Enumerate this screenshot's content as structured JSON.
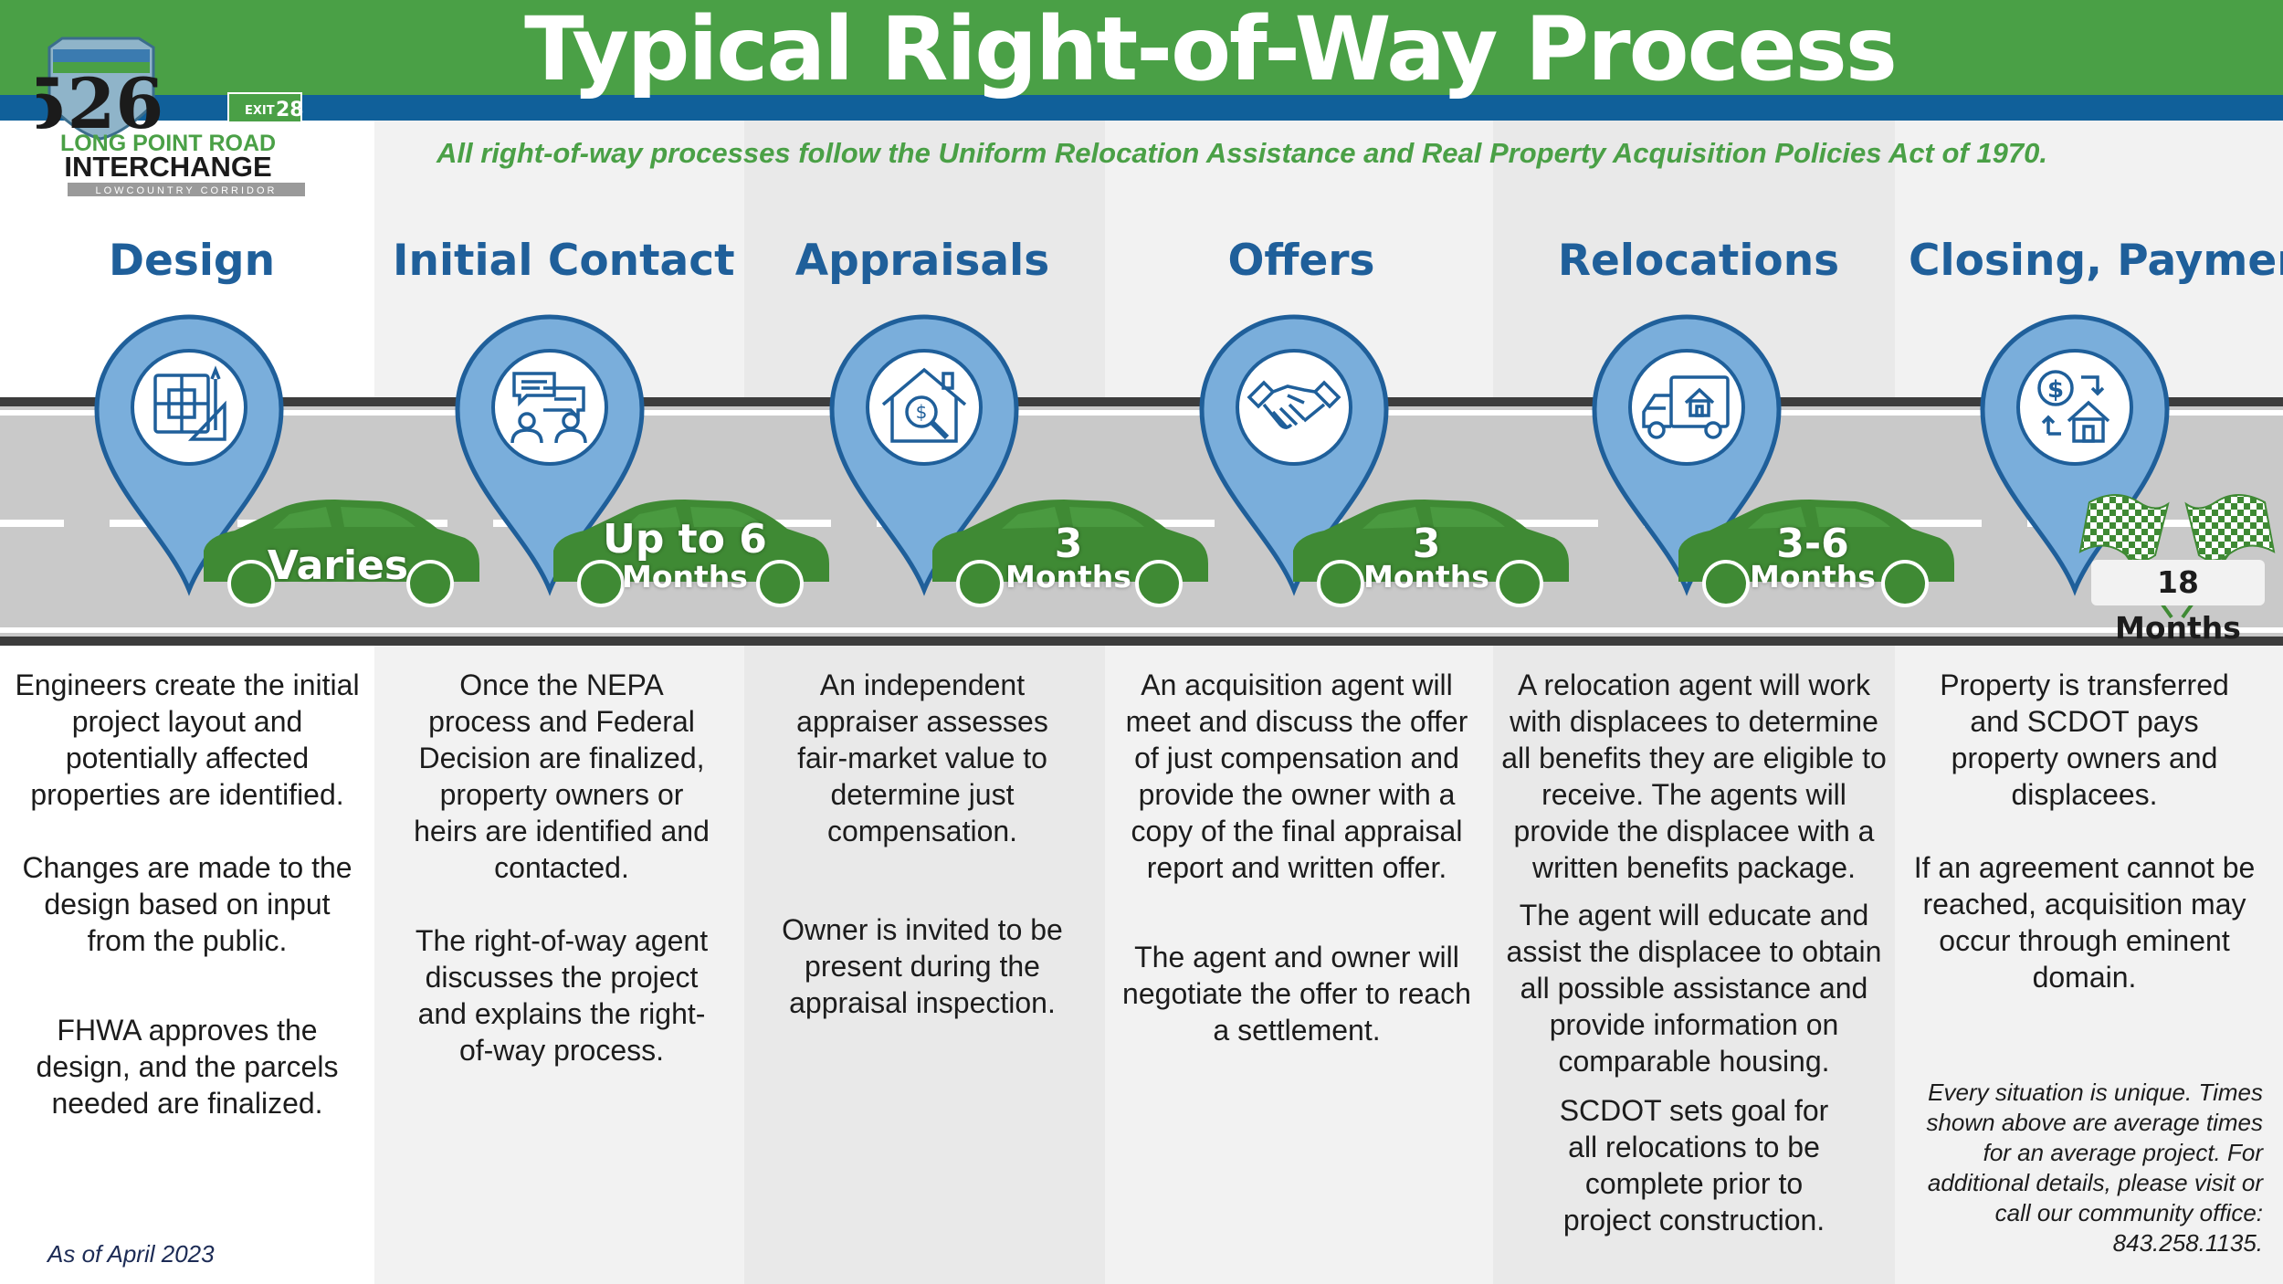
{
  "header": {
    "title": "Typical Right-of-Way Process",
    "subtitle": "All right-of-way processes follow the Uniform Relocation Assistance and Real Property Acquisition Policies Act of 1970."
  },
  "logo": {
    "route_number": "526",
    "exit_label": "EXIT",
    "exit_number": "28",
    "line1": "LONG POINT ROAD",
    "line2": "INTERCHANGE",
    "line3": "LOWCOUNTRY CORRIDOR"
  },
  "steps": [
    {
      "title": "Design",
      "icon": "blueprint-icon",
      "duration_big": "Varies",
      "duration_small": "",
      "paragraphs": [
        "Engineers create the initial project layout and potentially affected properties are identified.",
        "Changes are made to the design based on input from the public.",
        "FHWA approves the design, and the parcels needed are finalized."
      ]
    },
    {
      "title": "Initial Contact",
      "icon": "conversation-icon",
      "duration_big": "Up to 6",
      "duration_small": "Months",
      "paragraphs": [
        "Once the NEPA process and Federal Decision are finalized, property owners or heirs are identified and contacted.",
        "The right-of-way agent discusses the project and explains the right-of-way process."
      ]
    },
    {
      "title": "Appraisals",
      "icon": "house-appraisal-icon",
      "duration_big": "3",
      "duration_small": "Months",
      "paragraphs": [
        "An independent appraiser assesses fair-market value to determine just compensation.",
        "Owner is invited to be present during the appraisal inspection."
      ]
    },
    {
      "title": "Offers",
      "icon": "handshake-icon",
      "duration_big": "3",
      "duration_small": "Months",
      "paragraphs": [
        "An acquisition agent will meet and discuss the offer of just compensation and provide the owner with a copy of the final appraisal report and written offer.",
        "The agent and owner will negotiate the offer to reach a settlement."
      ]
    },
    {
      "title": "Relocations",
      "icon": "moving-truck-icon",
      "duration_big": "3-6",
      "duration_small": "Months",
      "paragraphs": [
        "A relocation agent will work with displacees to determine all benefits they are eligible to receive. The agents will provide the displacee with a written benefits package.",
        "The agent will educate and assist the displacee to obtain all possible assistance and provide information on comparable housing.",
        "SCDOT sets goal for all relocations to be complete prior to project construction."
      ]
    },
    {
      "title": "Closing, Payment",
      "icon": "money-exchange-icon",
      "duration_big": "18 Months",
      "duration_small": "",
      "paragraphs": [
        "Property is transferred and SCDOT pays property owners and displacees.",
        "If an agreement cannot be reached, acquisition may occur through eminent domain."
      ]
    }
  ],
  "note": "Every situation is unique. Times shown above are average times for an average project. For additional details, please visit or call our community office: 843.258.1135.",
  "as_of": "As of April 2023",
  "colors": {
    "green": "#4aa046",
    "blue": "#10609a",
    "pin_blue": "#7aaedb",
    "car_green": "#3f8a34",
    "title_blue": "#1f5f9a"
  }
}
